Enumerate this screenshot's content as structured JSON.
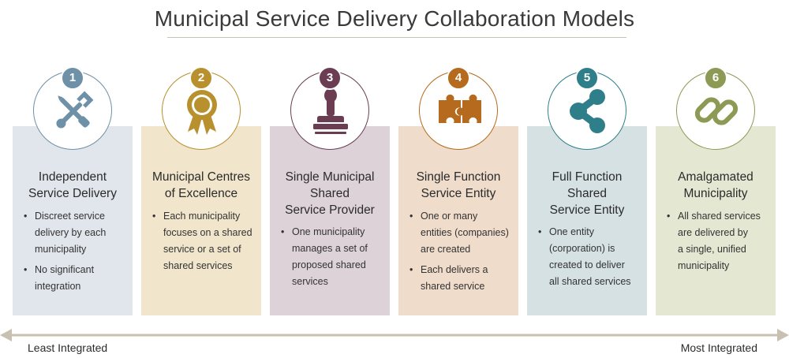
{
  "title": "Municipal Service Delivery Collaboration Models",
  "models": [
    {
      "number": "1",
      "title_lines": [
        "Independent",
        "Service Delivery"
      ],
      "bullets": [
        [
          "Discreet service",
          "delivery by each",
          "municipality"
        ],
        [
          "No significant",
          "integration"
        ]
      ],
      "icon": "wrench-screwdriver-icon",
      "accent": "#6e91a8",
      "panel": "#e1e6ec"
    },
    {
      "number": "2",
      "title_lines": [
        "Municipal Centres",
        "of Excellence"
      ],
      "bullets": [
        [
          "Each municipality",
          "focuses on a shared",
          "service or a set of",
          "shared services"
        ]
      ],
      "icon": "award-ribbon-icon",
      "accent": "#b8902e",
      "panel": "#f1e6cc"
    },
    {
      "number": "3",
      "title_lines": [
        "Single Municipal",
        "Shared",
        "Service Provider"
      ],
      "bullets": [
        [
          "One municipality",
          "manages a set of",
          "proposed shared",
          "services"
        ]
      ],
      "icon": "stamp-icon",
      "accent": "#6a3d52",
      "panel": "#ddd2d8"
    },
    {
      "number": "4",
      "title_lines": [
        "Single Function",
        "Service Entity"
      ],
      "bullets": [
        [
          "One or many",
          "entities (companies)",
          "are created"
        ],
        [
          "Each delivers a",
          "shared service"
        ]
      ],
      "icon": "puzzle-pieces-icon",
      "accent": "#b56a1d",
      "panel": "#efdccb"
    },
    {
      "number": "5",
      "title_lines": [
        "Full Function",
        "Shared",
        "Service Entity"
      ],
      "bullets": [
        [
          "One entity",
          "(corporation) is",
          "created to deliver",
          "all shared services"
        ]
      ],
      "icon": "share-nodes-icon",
      "accent": "#2f7f8b",
      "panel": "#d6e1e3"
    },
    {
      "number": "6",
      "title_lines": [
        "Amalgamated",
        "Municipality"
      ],
      "bullets": [
        [
          "All shared services",
          "are delivered by",
          "a single, unified",
          "municipality"
        ]
      ],
      "icon": "chain-link-icon",
      "accent": "#8d9a56",
      "panel": "#e4e8d3"
    }
  ],
  "axis": {
    "left_label": "Least Integrated",
    "right_label": "Most Integrated",
    "color": "#c8c1b2"
  }
}
